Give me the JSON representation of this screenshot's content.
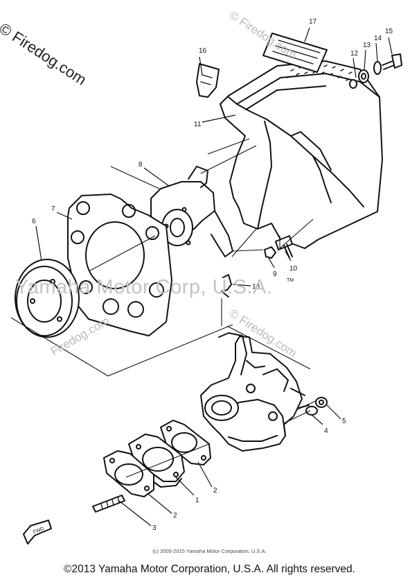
{
  "watermarks": {
    "top_left": "© Firedog.com",
    "top_right": "© Firedog.com",
    "center": "Yamaha Motor Corp, U.S.A.",
    "tm": "TM",
    "middle": "© Firedog.com",
    "lower_left": "Firedog.com"
  },
  "callouts": {
    "n1": "1",
    "n2a": "2",
    "n2b": "2",
    "n3": "3",
    "n4": "4",
    "n5": "5",
    "n6": "6",
    "n7": "7",
    "n8": "8",
    "n9": "9",
    "n10": "10",
    "n11": "11",
    "n12": "12",
    "n13": "13",
    "n14": "14",
    "n15": "15",
    "n16": "16",
    "n17": "17",
    "n18": "18"
  },
  "front_marker": "FWD",
  "footer": {
    "small_credit": "(c) 2005-2015 Yamaha Motor Corporation, U.S.A.",
    "copyright": "©2013 Yamaha Motor Corporation, U.S.A. All rights reserved."
  }
}
